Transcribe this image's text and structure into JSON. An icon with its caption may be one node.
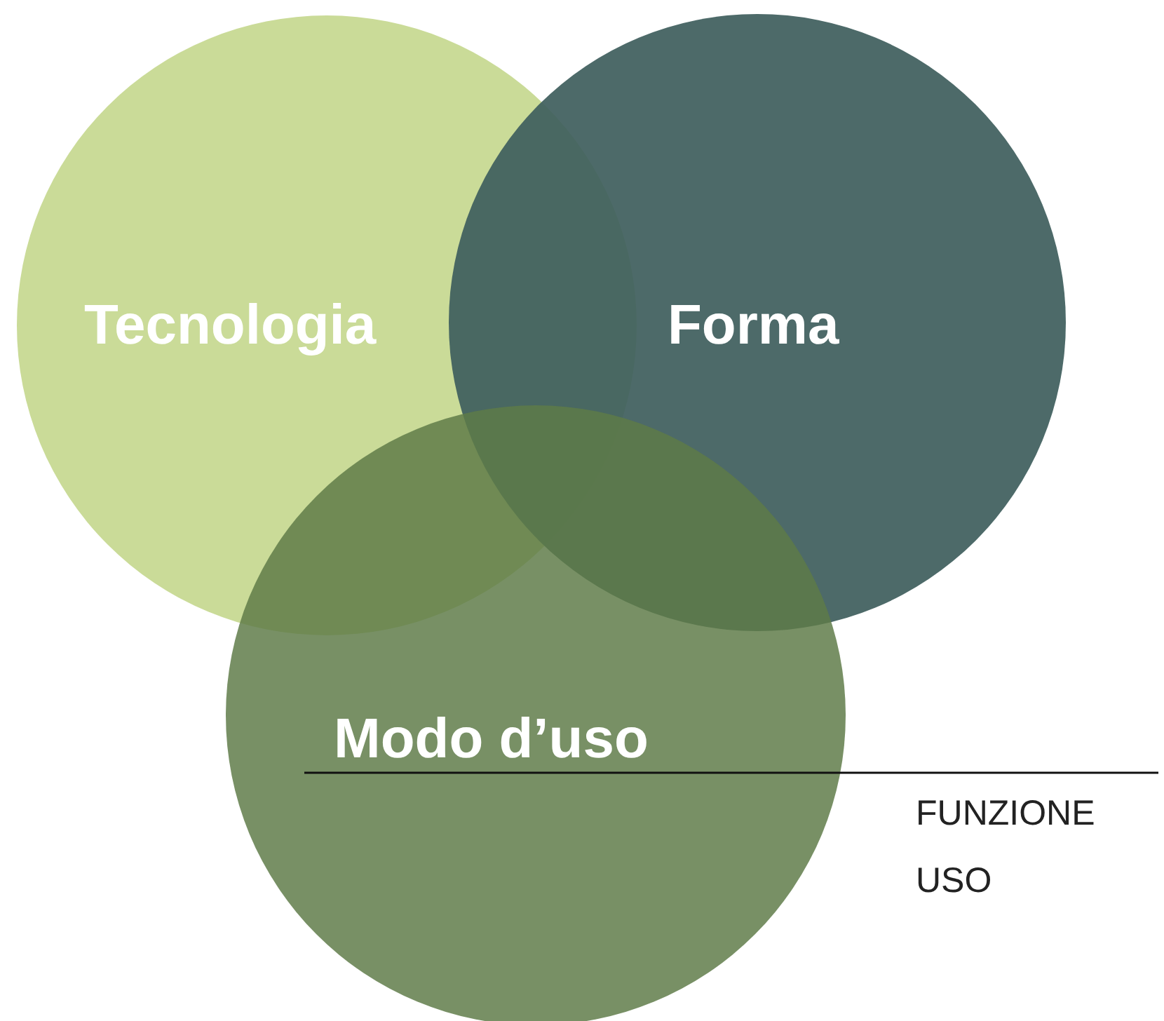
{
  "diagram": {
    "nodes": [
      {
        "text": [
          "Tecnologia"
        ]
      },
      {
        "text": [
          "Forma"
        ]
      },
      {
        "text": [
          "Modo d’uso"
        ]
      }
    ],
    "labels": [
      "FUNZIONE USO"
    ]
  }
}
